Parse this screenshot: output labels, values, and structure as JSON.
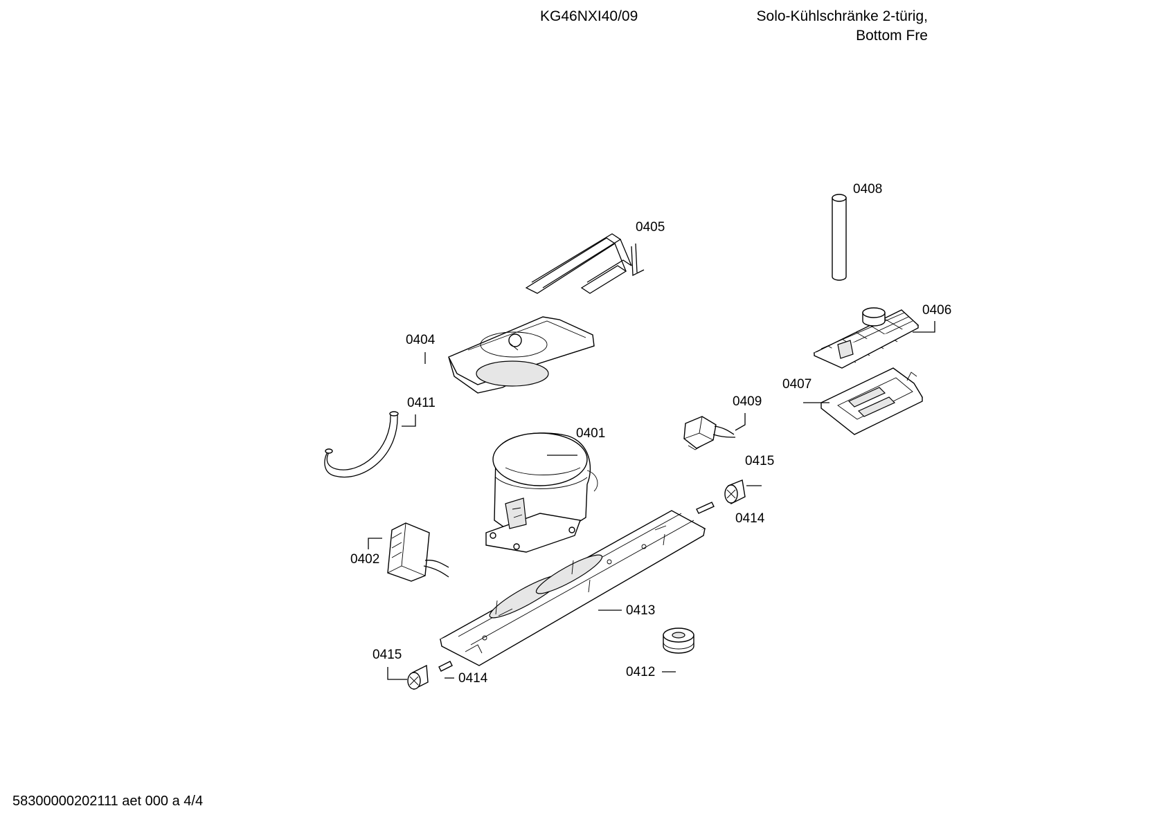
{
  "header": {
    "model": "KG46NXI40/09",
    "title_line1": "Solo-Kühlschränke 2-türig,",
    "title_line2": "Bottom Fre"
  },
  "footer": {
    "doc_code": "58300000202111 aet 000 a 4/4"
  },
  "parts": {
    "p0401": "0401",
    "p0402": "0402",
    "p0404": "0404",
    "p0405": "0405",
    "p0406": "0406",
    "p0407": "0407",
    "p0408": "0408",
    "p0409": "0409",
    "p0411": "0411",
    "p0412": "0412",
    "p0413": "0413",
    "p0414_a": "0414",
    "p0414_b": "0414",
    "p0415_a": "0415",
    "p0415_b": "0415"
  }
}
